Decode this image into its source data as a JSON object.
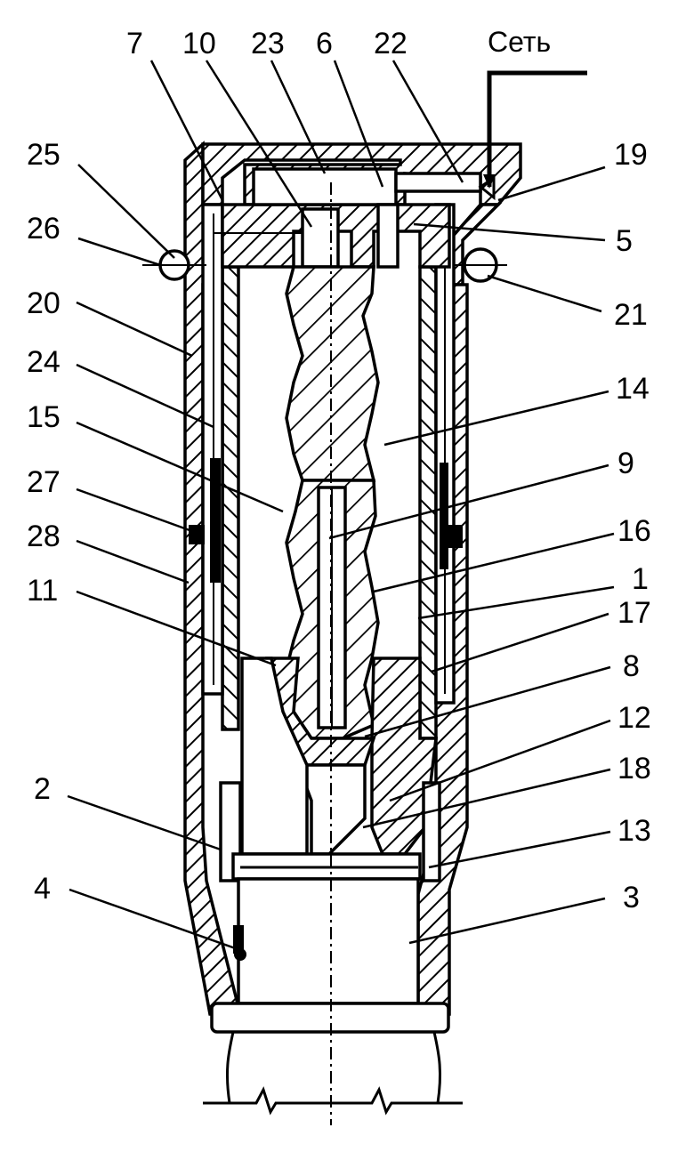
{
  "diagram": {
    "net_label": "Сеть",
    "labels": [
      {
        "id": "7",
        "text": "7"
      },
      {
        "id": "10",
        "text": "10"
      },
      {
        "id": "23",
        "text": "23"
      },
      {
        "id": "6",
        "text": "6"
      },
      {
        "id": "22",
        "text": "22"
      },
      {
        "id": "19",
        "text": "19"
      },
      {
        "id": "25",
        "text": "25"
      },
      {
        "id": "26",
        "text": "26"
      },
      {
        "id": "5",
        "text": "5"
      },
      {
        "id": "21",
        "text": "21"
      },
      {
        "id": "20",
        "text": "20"
      },
      {
        "id": "24",
        "text": "24"
      },
      {
        "id": "14",
        "text": "14"
      },
      {
        "id": "15",
        "text": "15"
      },
      {
        "id": "9",
        "text": "9"
      },
      {
        "id": "27",
        "text": "27"
      },
      {
        "id": "16",
        "text": "16"
      },
      {
        "id": "28",
        "text": "28"
      },
      {
        "id": "1",
        "text": "1"
      },
      {
        "id": "11",
        "text": "11"
      },
      {
        "id": "17",
        "text": "17"
      },
      {
        "id": "8",
        "text": "8"
      },
      {
        "id": "12",
        "text": "12"
      },
      {
        "id": "2",
        "text": "2"
      },
      {
        "id": "18",
        "text": "18"
      },
      {
        "id": "13",
        "text": "13"
      },
      {
        "id": "4",
        "text": "4"
      },
      {
        "id": "3",
        "text": "3"
      }
    ]
  }
}
